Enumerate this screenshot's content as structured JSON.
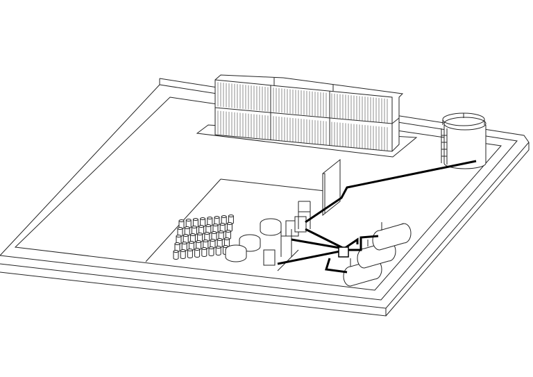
{
  "colors": {
    "line": "#222222",
    "pipe": "#000000",
    "background": "#ffffff"
  },
  "drawing": {
    "bottles": 40,
    "vertical_tanks": 3,
    "horizontal_tanks": 3,
    "container_modules": 6
  }
}
